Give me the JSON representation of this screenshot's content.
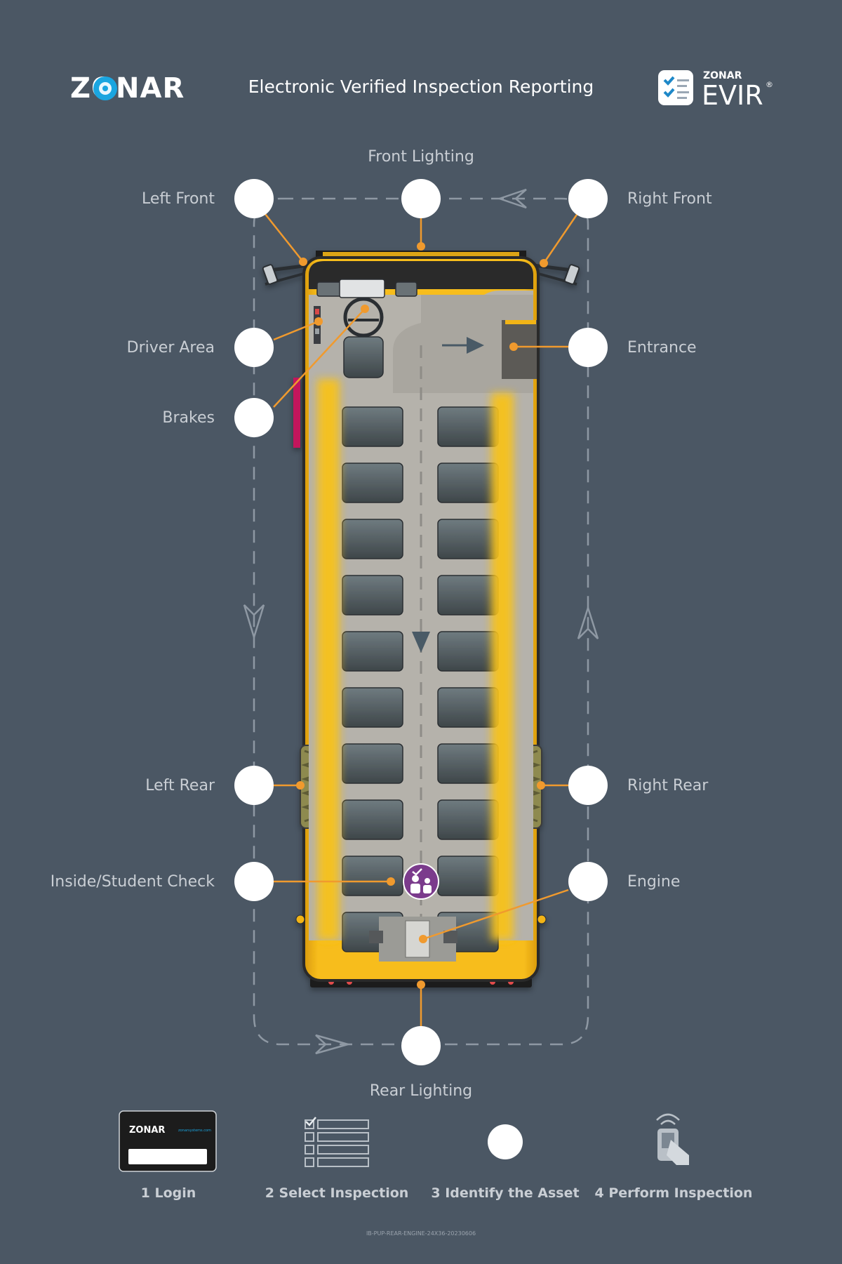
{
  "header": {
    "logo_text": "ZONAR",
    "title": "Electronic Verified Inspection Reporting",
    "evir_brand_small": "ZONAR",
    "evir_brand_large": "EVIR",
    "evir_registered": "®"
  },
  "zones": {
    "front_lighting": "Front Lighting",
    "left_front": "Left Front",
    "right_front": "Right Front",
    "driver_area": "Driver Area",
    "entrance": "Entrance",
    "brakes": "Brakes",
    "left_rear": "Left Rear",
    "right_rear": "Right Rear",
    "inside_student_check": "Inside/Student Check",
    "engine": "Engine",
    "rear_lighting": "Rear Lighting"
  },
  "steps": [
    {
      "label": "1 Login",
      "icon": "id-card-icon"
    },
    {
      "label": "2 Select Inspection",
      "icon": "checklist-icon"
    },
    {
      "label": "3 Identify the Asset",
      "icon": "tag-circle-icon"
    },
    {
      "label": "4 Perform Inspection",
      "icon": "handheld-tap-icon"
    }
  ],
  "login_card": {
    "logo_text": "ZONAR",
    "url_text": "zonarsystems.com"
  },
  "footer_code": "IB-PUP-REAR-ENGINE-24X36-20230606",
  "colors": {
    "background": "#4b5764",
    "bus_yellow": "#f2b418",
    "leader_orange": "#f09a2e",
    "label_gray": "#c9ced4",
    "student_check_purple": "#7b3b8c"
  }
}
